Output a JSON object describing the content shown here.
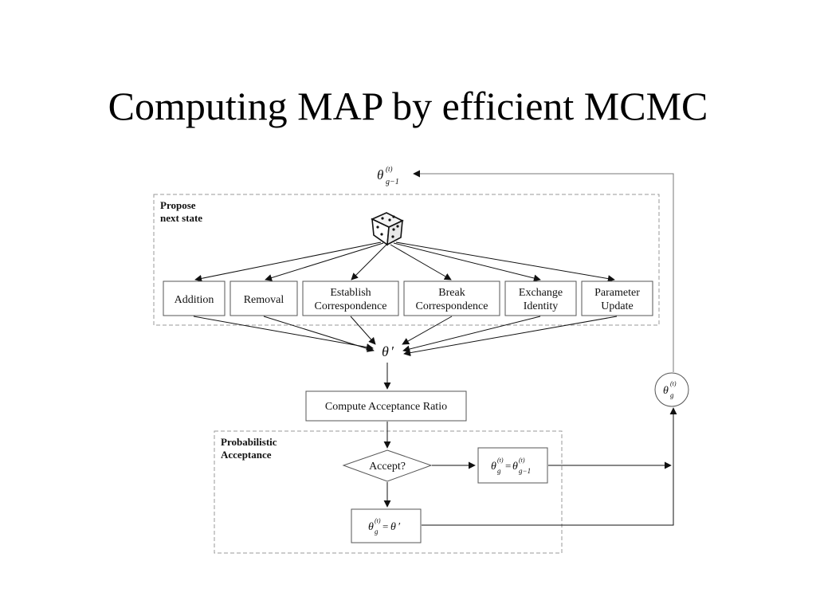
{
  "slide": {
    "title": "Computing MAP by efficient MCMC"
  },
  "diagram": {
    "groups": {
      "propose": [
        "Propose",
        "next state"
      ],
      "acceptance": [
        "Probabilistic",
        "Acceptance"
      ]
    },
    "moves": [
      {
        "lines": [
          "Addition"
        ]
      },
      {
        "lines": [
          "Removal"
        ]
      },
      {
        "lines": [
          "Establish",
          "Correspondence"
        ]
      },
      {
        "lines": [
          "Break",
          "Correspondence"
        ]
      },
      {
        "lines": [
          "Exchange",
          "Identity"
        ]
      },
      {
        "lines": [
          "Parameter",
          "Update"
        ]
      }
    ],
    "compute_label": "Compute Acceptance Ratio",
    "decision_label": "Accept?",
    "symbols": {
      "theta": "θ",
      "prime": "′",
      "sup_t": "(t)",
      "sub_g": "g",
      "sub_g_minus_1": "g−1",
      "equals": "="
    },
    "icons": {
      "dice": "dice-icon"
    }
  }
}
